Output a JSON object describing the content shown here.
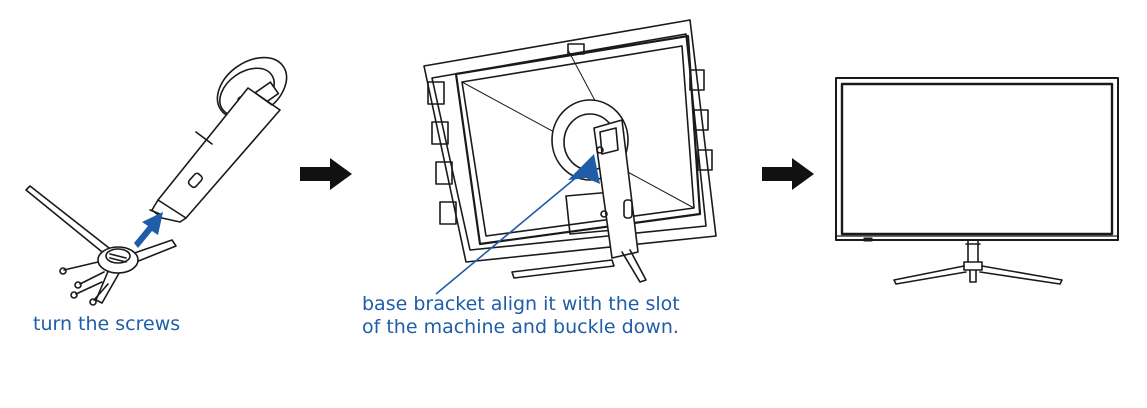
{
  "steps": [
    {
      "caption_lines": [
        "turn the screws"
      ]
    },
    {
      "caption_lines": [
        "base bracket align it with the slot",
        "of the machine and buckle down."
      ]
    },
    {
      "caption_lines": []
    }
  ],
  "colors": {
    "line": "#1a1a1a",
    "accent": "#1f5da8",
    "arrow": "#111111"
  }
}
